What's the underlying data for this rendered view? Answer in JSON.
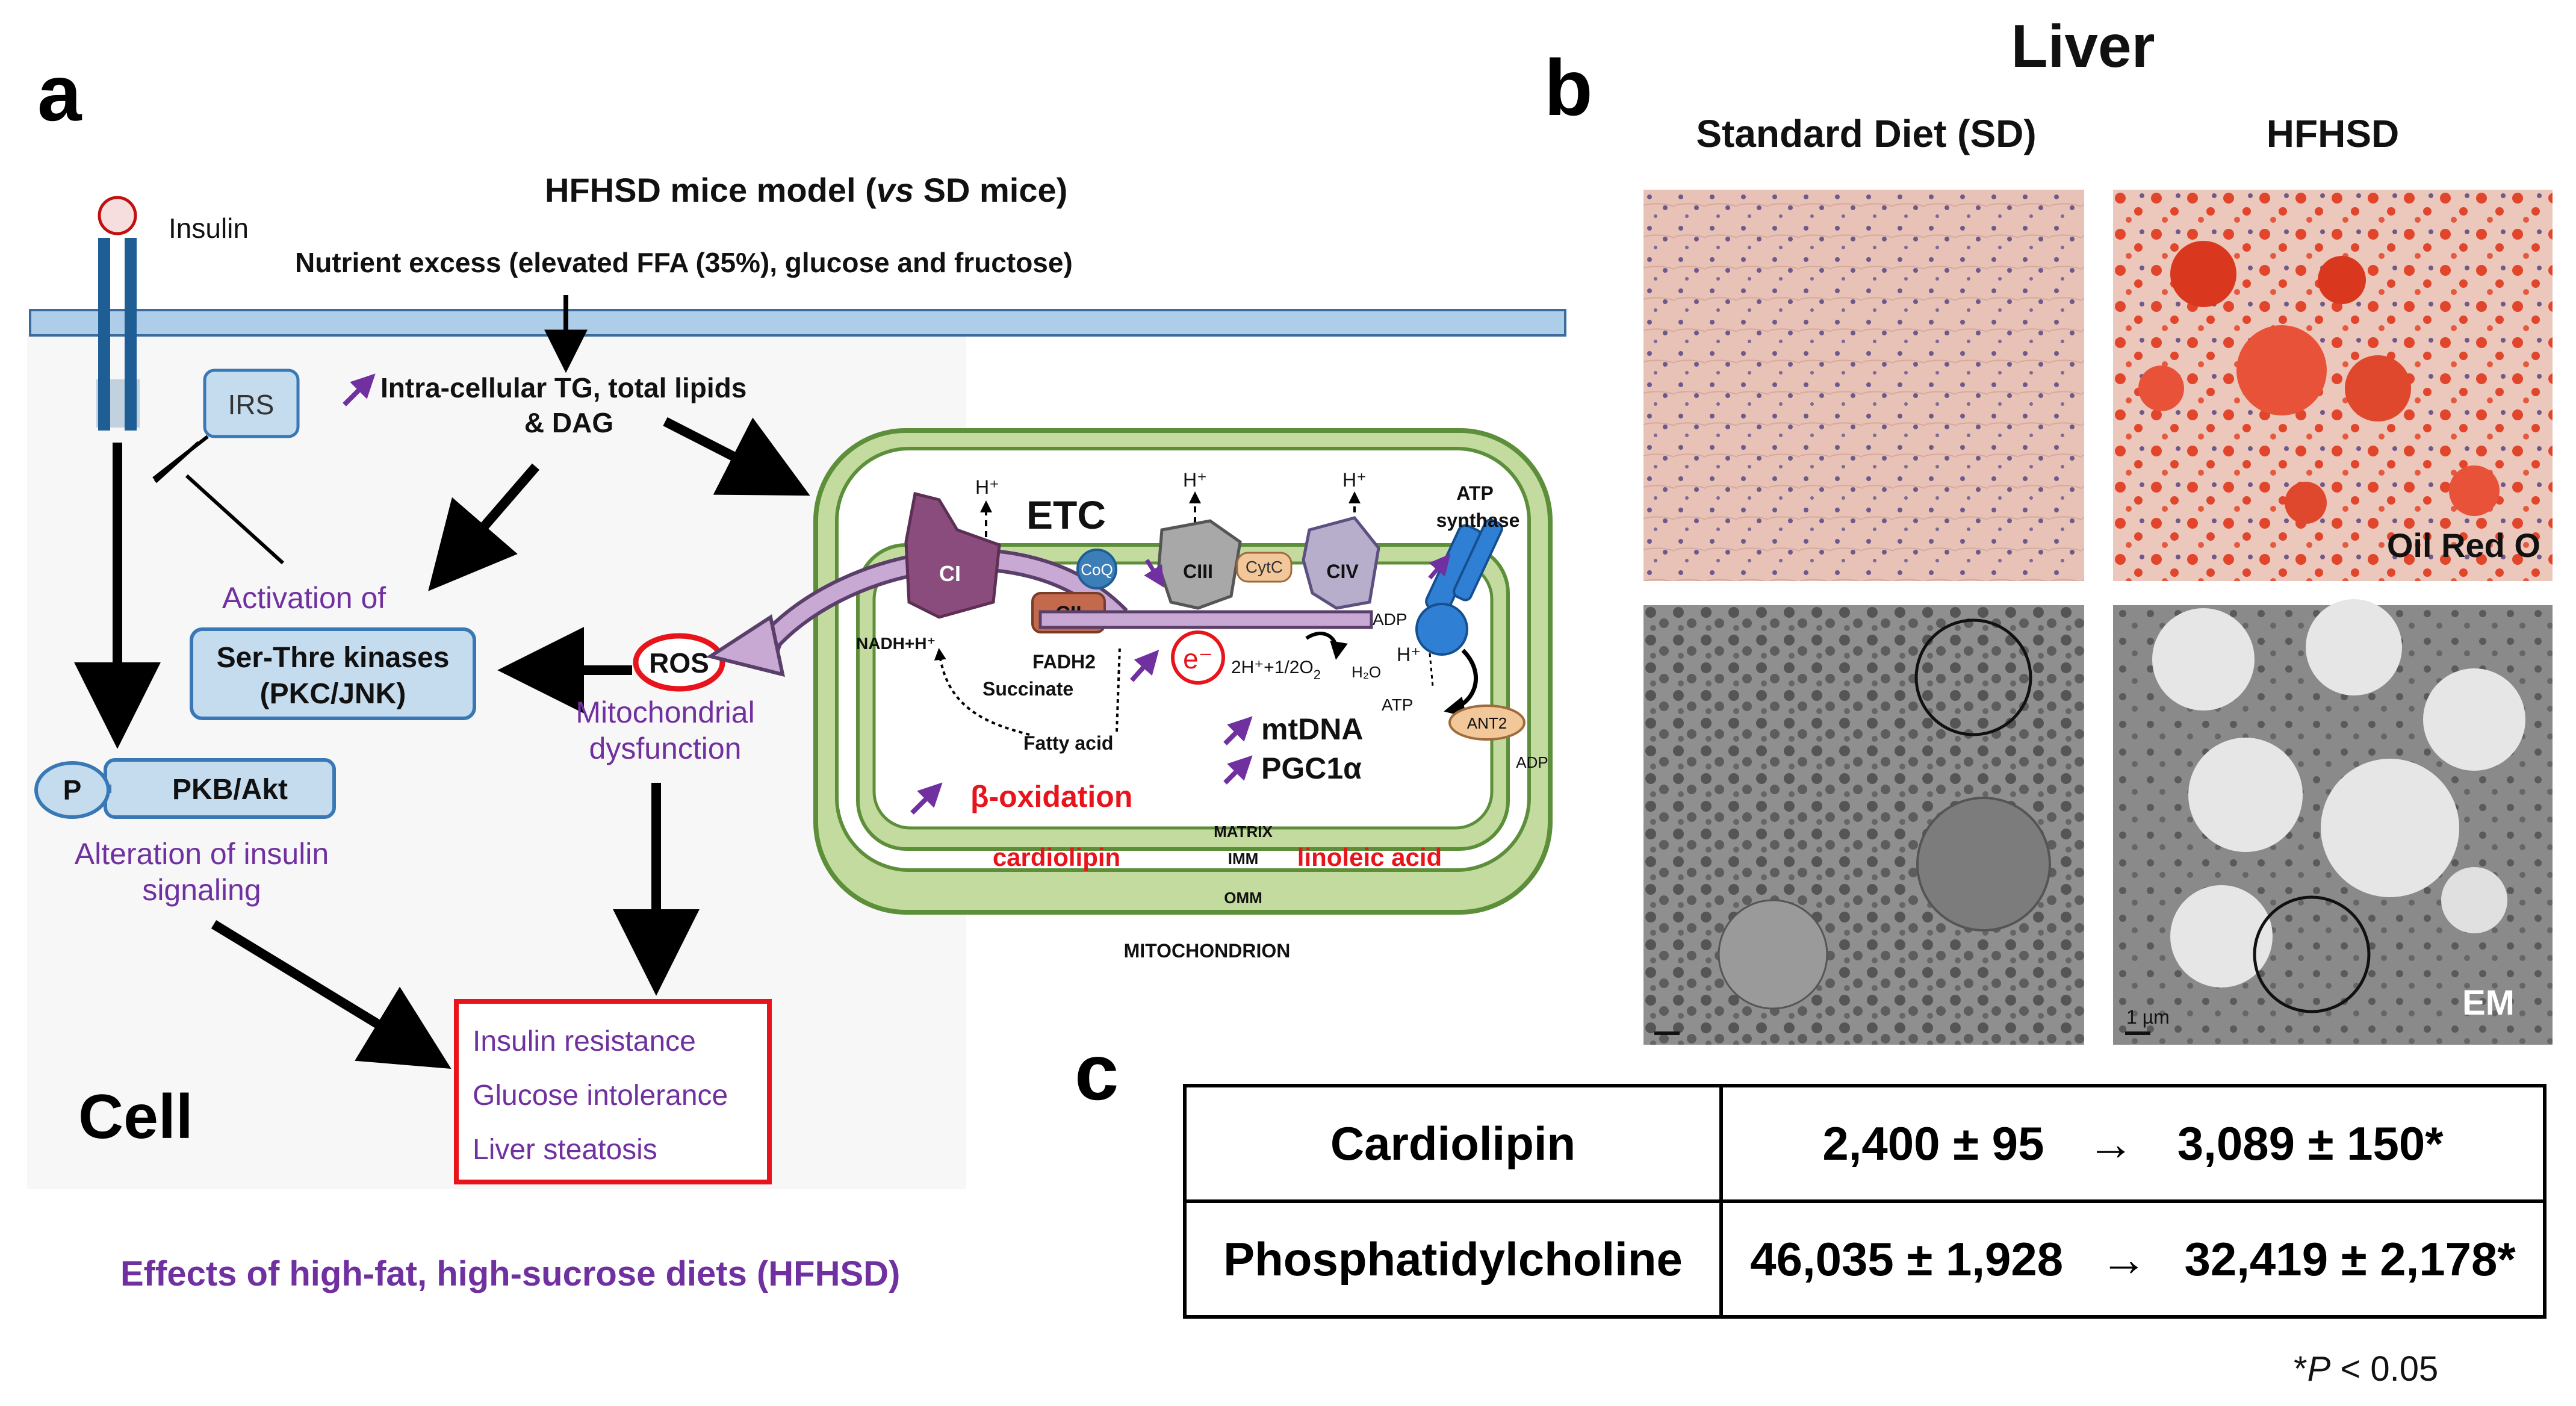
{
  "panel_a": {
    "letter": "a",
    "title_prefix": "HFHSD mice model (",
    "title_vs": "vs",
    "title_suffix": " SD mice)",
    "nutrient": "Nutrient excess (elevated FFA (35%), glucose and fructose)",
    "insulin": "Insulin",
    "irs": "IRS",
    "tg_line1": "Intra-cellular TG, total lipids",
    "tg_line2": "& DAG",
    "activation": "Activation of",
    "kinase_line1": "Ser-Thre kinases",
    "kinase_line2": "(PKC/JNK)",
    "ros": "ROS",
    "mito_line1": "Mitochondrial",
    "mito_line2": "dysfunction",
    "p": "P",
    "pkb": "PKB/Akt",
    "alteration_line1": "Alteration of insulin",
    "alteration_line2": "signaling",
    "outcomes": [
      "Insulin resistance",
      "Glucose intolerance",
      "Liver steatosis"
    ],
    "cell": "Cell",
    "caption": "Effects of high-fat, high-sucrose diets (HFHSD)"
  },
  "mitochondrion": {
    "etc": "ETC",
    "h_plus": "H⁺",
    "ci": "CI",
    "coq": "CoQ",
    "cii": "CII",
    "ciii": "CIII",
    "cytc": "CytC",
    "civ": "CIV",
    "atp_synthase_line1": "ATP",
    "atp_synthase_line2": "synthase",
    "nadh": "NADH+H⁺",
    "fadh2": "FADH2",
    "succinate": "Succinate",
    "fatty_acid": "Fatty acid",
    "electron": "e⁻",
    "reaction_a": "2H⁺+1/2O",
    "reaction_sub": "2",
    "h2o": "H₂O",
    "adp": "ADP",
    "atp": "ATP",
    "ant2": "ANT2",
    "mtdna": "mtDNA",
    "pgc": "PGC1α",
    "beta_ox": "β-oxidation",
    "matrix": "MATRIX",
    "cardiolipin": "cardiolipin",
    "imm": "IMM",
    "linoleic": "linoleic acid",
    "omm": "OMM",
    "label": "MITOCHONDRION"
  },
  "panel_b": {
    "letter": "b",
    "title": "Liver",
    "col_sd": "Standard Diet (SD)",
    "col_hfhsd": "HFHSD",
    "oil_red": "Oil Red O",
    "em": "EM",
    "scale": "1 µm"
  },
  "panel_c": {
    "letter": "c",
    "rows": [
      {
        "name": "Cardiolipin",
        "before": "2,400 ± 95",
        "arrow": "→",
        "after": "3,089 ± 150*"
      },
      {
        "name": "Phosphatidylcholine",
        "before": "46,035 ± 1,928",
        "arrow": "→",
        "after": "32,419 ± 2,178*"
      }
    ],
    "footnote_star": "*",
    "footnote_p": "P",
    "footnote_rest": " < 0.05"
  },
  "colors": {
    "purple": "#7030a0",
    "red": "#e8141c",
    "membrane": "#aecde8",
    "box_fill": "#c5dcef",
    "box_stroke": "#3a78b5",
    "mito_outer": "#c4dba0",
    "mito_stroke": "#5d8f3a",
    "receptor": "#1f5e94"
  }
}
